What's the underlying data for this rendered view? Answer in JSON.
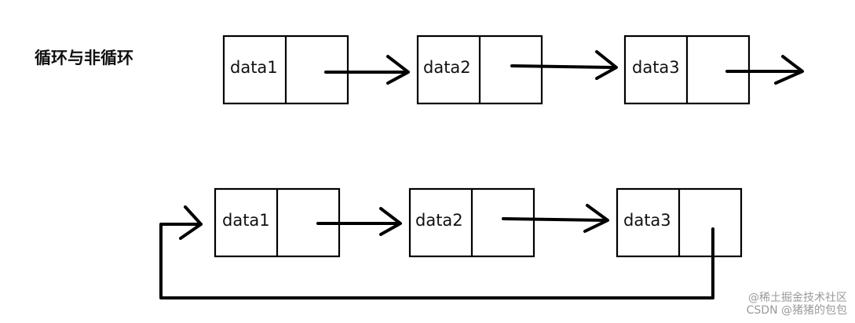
{
  "title": "循环与非循环",
  "linear_list": {
    "nodes": [
      {
        "label": "data1"
      },
      {
        "label": "data2"
      },
      {
        "label": "data3"
      }
    ]
  },
  "circular_list": {
    "nodes": [
      {
        "label": "data1"
      },
      {
        "label": "data2"
      },
      {
        "label": "data3"
      }
    ]
  },
  "watermark": {
    "line1": "@稀土掘金技术社区",
    "line2": "CSDN @猪猪的包包"
  }
}
